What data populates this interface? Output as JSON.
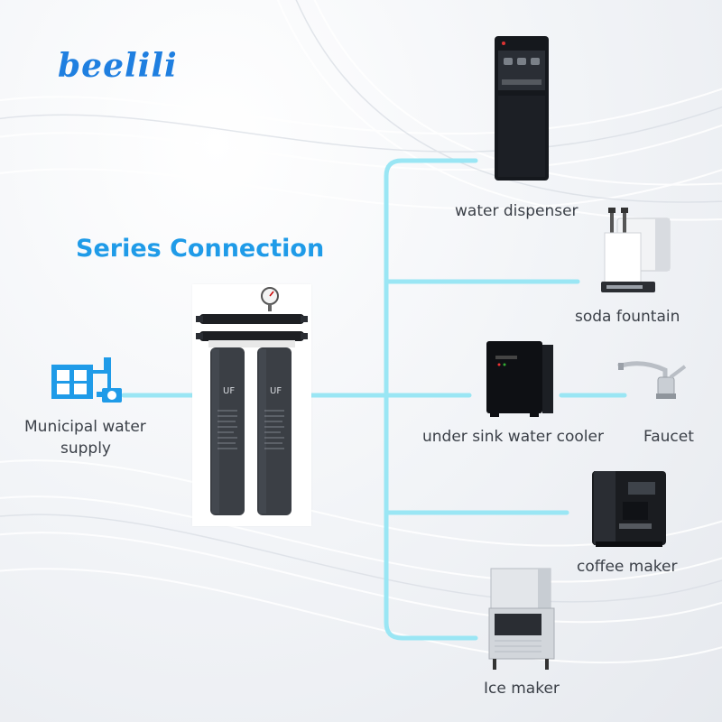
{
  "brand": {
    "logo_text": "beelili",
    "accent_color": "#1f9be8",
    "pipe_color": "#9ae6f4"
  },
  "diagram": {
    "title": "Series Connection",
    "source": {
      "label_line1": "Municipal water",
      "label_line2": "supply",
      "icon": "water-tower-icon"
    },
    "filter": {
      "cartridge_label_left": "UF",
      "cartridge_label_right": "UF",
      "icon": "dual-filter-icon"
    },
    "outputs": [
      {
        "label": "water dispenser",
        "icon": "water-dispenser-icon"
      },
      {
        "label": "soda fountain",
        "icon": "soda-fountain-icon"
      },
      {
        "label": "under sink water cooler",
        "icon": "water-cooler-icon"
      },
      {
        "label": "Faucet",
        "icon": "faucet-icon"
      },
      {
        "label": "coffee maker",
        "icon": "coffee-maker-icon"
      },
      {
        "label": "Ice maker",
        "icon": "ice-maker-icon"
      }
    ]
  }
}
